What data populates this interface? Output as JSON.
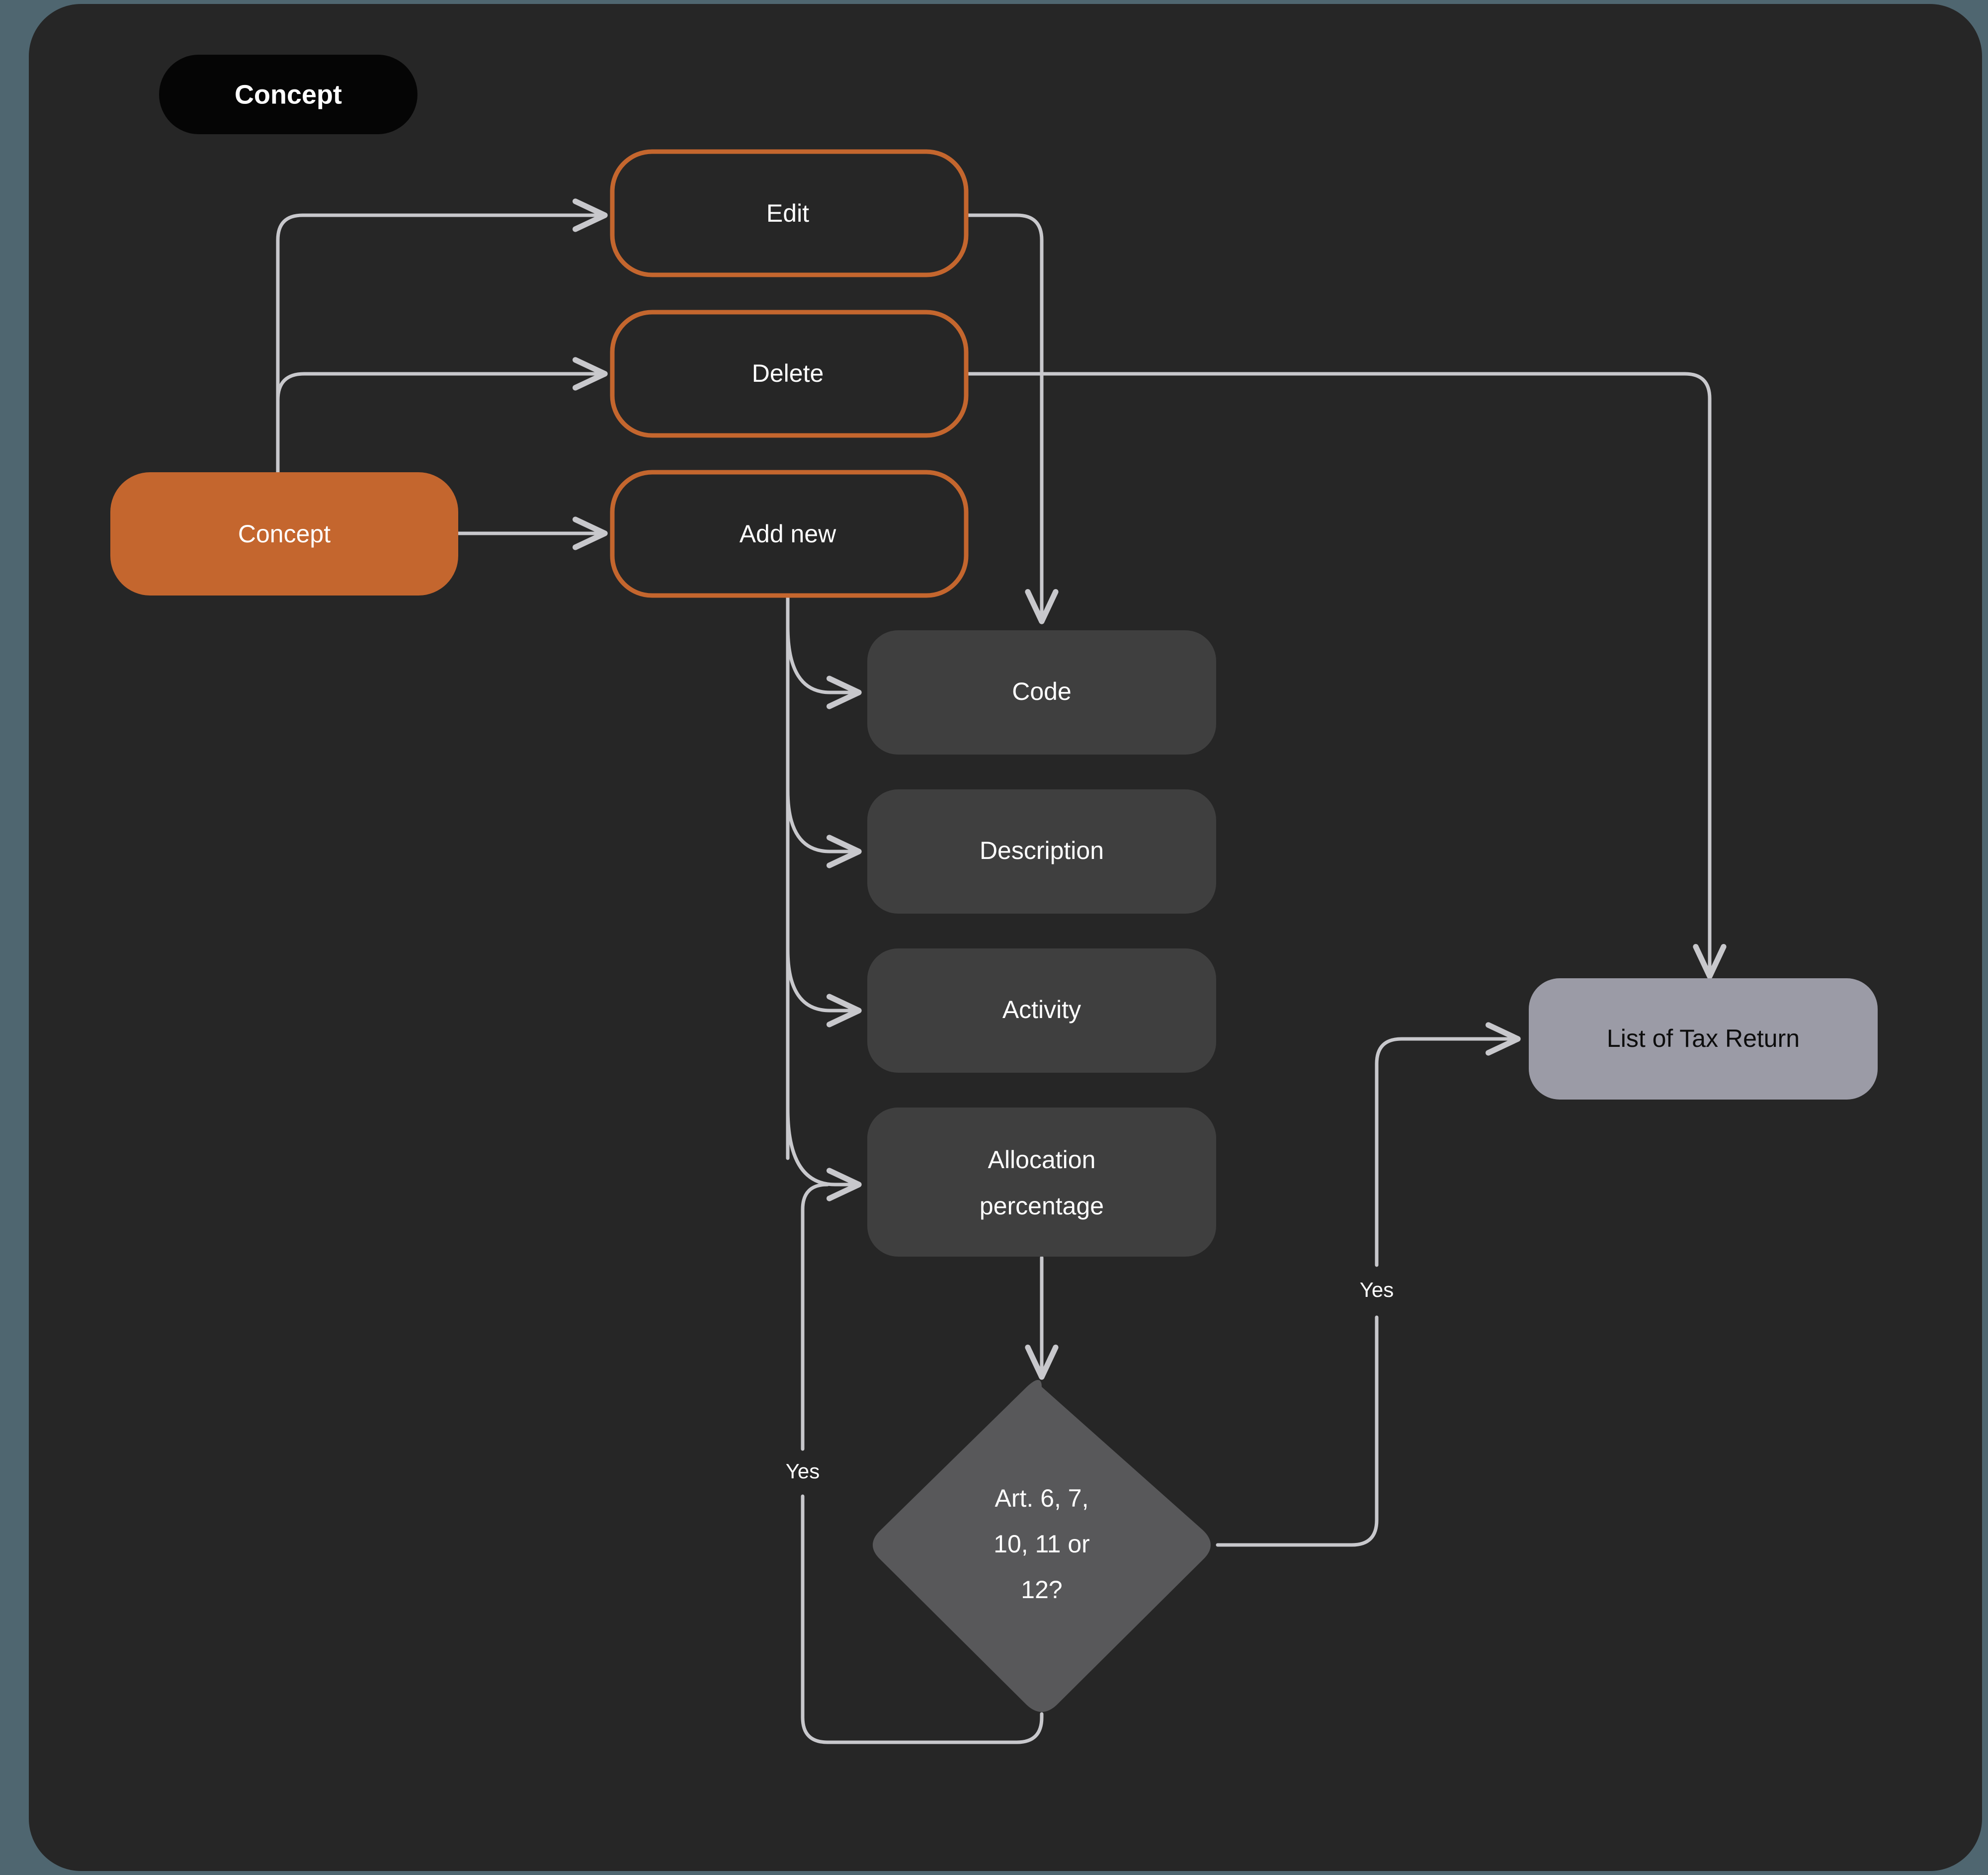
{
  "diagram": {
    "title": "Concept",
    "type": "flowchart",
    "theme": {
      "backdrop": "#4f6670",
      "canvas": "#262626",
      "accent_orange": "#c4662e",
      "grey_node": "#3f3f3f",
      "light_node": "#9b9ba6",
      "diamond_node": "#58585a",
      "connector": "#c8c8cc",
      "title_pill": "#050505"
    }
  },
  "nodes": {
    "concept": {
      "label": "Concept",
      "shape": "rounded-rect",
      "style": "solid-orange"
    },
    "edit": {
      "label": "Edit",
      "shape": "rounded-rect",
      "style": "outline-orange"
    },
    "delete": {
      "label": "Delete",
      "shape": "rounded-rect",
      "style": "outline-orange"
    },
    "add_new": {
      "label": "Add new",
      "shape": "rounded-rect",
      "style": "outline-orange"
    },
    "code": {
      "label": "Code",
      "shape": "rounded-rect",
      "style": "grey"
    },
    "description": {
      "label": "Description",
      "shape": "rounded-rect",
      "style": "grey"
    },
    "activity": {
      "label": "Activity",
      "shape": "rounded-rect",
      "style": "grey"
    },
    "allocation_percentage": {
      "label": "Allocation percentage",
      "line1": "Allocation",
      "line2": "percentage",
      "shape": "rounded-rect",
      "style": "grey"
    },
    "decision": {
      "label": "Art. 6, 7, 10, 11 or 12?",
      "line1": "Art. 6, 7,",
      "line2": "10, 11 or",
      "line3": "12?",
      "shape": "diamond",
      "style": "diamond"
    },
    "list_of_tax_return": {
      "label": "List of Tax Return",
      "shape": "rounded-rect",
      "style": "light"
    }
  },
  "edges": [
    {
      "from": "concept",
      "to": "edit",
      "label": ""
    },
    {
      "from": "concept",
      "to": "delete",
      "label": ""
    },
    {
      "from": "concept",
      "to": "add_new",
      "label": ""
    },
    {
      "from": "edit",
      "to": "code",
      "label": ""
    },
    {
      "from": "delete",
      "to": "list_of_tax_return",
      "label": ""
    },
    {
      "from": "add_new",
      "to": "code",
      "label": ""
    },
    {
      "from": "add_new",
      "to": "description",
      "label": ""
    },
    {
      "from": "add_new",
      "to": "activity",
      "label": ""
    },
    {
      "from": "add_new",
      "to": "allocation_percentage",
      "label": ""
    },
    {
      "from": "allocation_percentage",
      "to": "decision",
      "label": ""
    },
    {
      "from": "decision",
      "to": "list_of_tax_return",
      "label": "Yes"
    },
    {
      "from": "decision",
      "to": "allocation_percentage",
      "label": "Yes"
    }
  ],
  "edge_labels": {
    "decision_yes_right": "Yes",
    "decision_yes_left": "Yes"
  }
}
